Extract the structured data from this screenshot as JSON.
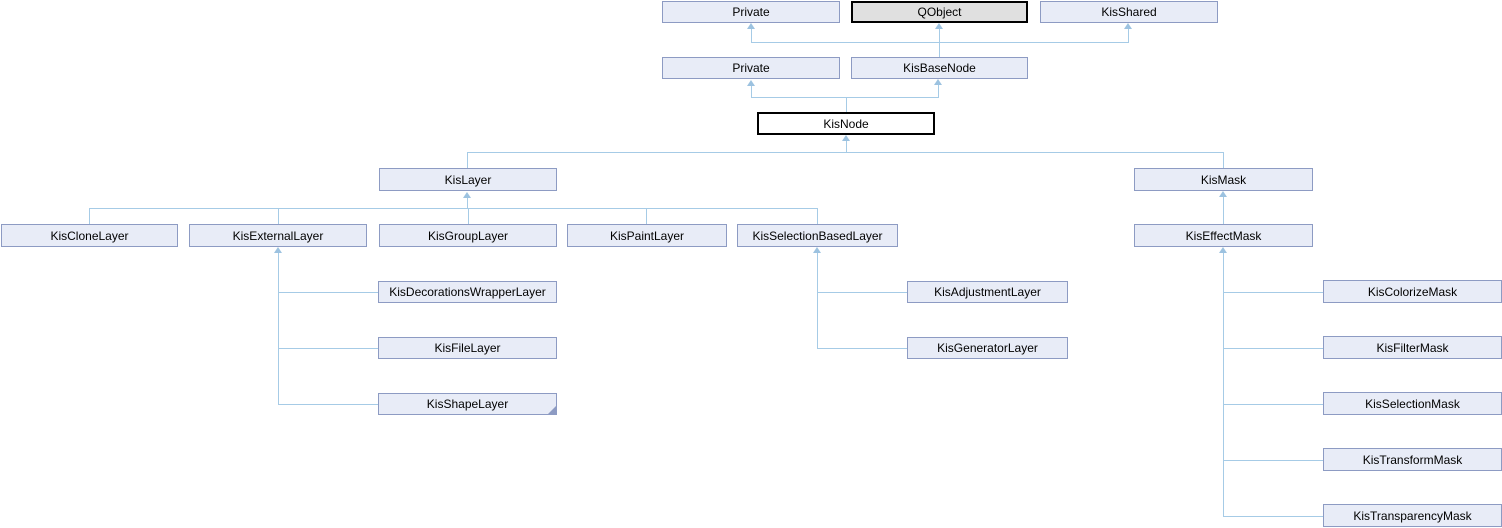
{
  "diagram": {
    "title": "KisNode class inheritance diagram",
    "type": "class-inheritance-graph",
    "colors": {
      "background": "#ffffff",
      "node_fill": "#e8ecf7",
      "node_border": "#8d9bc3",
      "highlight_fill": "#e0e0e0",
      "highlight_border": "#000000",
      "current_fill": "#ffffff",
      "current_border": "#000000",
      "edge": "#a6cbe6",
      "text": "#000000"
    },
    "nodes": [
      {
        "id": "private-1",
        "label": "Private",
        "variant": "default"
      },
      {
        "id": "qobject",
        "label": "QObject",
        "variant": "highlight"
      },
      {
        "id": "kisshared",
        "label": "KisShared",
        "variant": "default"
      },
      {
        "id": "private-2",
        "label": "Private",
        "variant": "default"
      },
      {
        "id": "kisbasenode",
        "label": "KisBaseNode",
        "variant": "default"
      },
      {
        "id": "kisnode",
        "label": "KisNode",
        "variant": "current"
      },
      {
        "id": "kislayer",
        "label": "KisLayer",
        "variant": "default"
      },
      {
        "id": "kismask",
        "label": "KisMask",
        "variant": "default"
      },
      {
        "id": "kisclonelayer",
        "label": "KisCloneLayer",
        "variant": "default"
      },
      {
        "id": "kisexternallayer",
        "label": "KisExternalLayer",
        "variant": "default"
      },
      {
        "id": "kisgrouplayer",
        "label": "KisGroupLayer",
        "variant": "default"
      },
      {
        "id": "kispaintlayer",
        "label": "KisPaintLayer",
        "variant": "default"
      },
      {
        "id": "kisselectionbasedlayer",
        "label": "KisSelectionBasedLayer",
        "variant": "default"
      },
      {
        "id": "kiseffectmask",
        "label": "KisEffectMask",
        "variant": "default"
      },
      {
        "id": "kisdecorationswrapperlayer",
        "label": "KisDecorationsWrapperLayer",
        "variant": "default"
      },
      {
        "id": "kisfilelayer",
        "label": "KisFileLayer",
        "variant": "default"
      },
      {
        "id": "kisshapelayer",
        "label": "KisShapeLayer",
        "variant": "default",
        "has_more_derived": true
      },
      {
        "id": "kisadjustmentlayer",
        "label": "KisAdjustmentLayer",
        "variant": "default"
      },
      {
        "id": "kisgeneratorlayer",
        "label": "KisGeneratorLayer",
        "variant": "default"
      },
      {
        "id": "kiscolorizemask",
        "label": "KisColorizeMask",
        "variant": "default"
      },
      {
        "id": "kisfiltermask",
        "label": "KisFilterMask",
        "variant": "default"
      },
      {
        "id": "kisselectionmask",
        "label": "KisSelectionMask",
        "variant": "default"
      },
      {
        "id": "kistransformmask",
        "label": "KisTransformMask",
        "variant": "default"
      },
      {
        "id": "kistransparencymask",
        "label": "KisTransparencyMask",
        "variant": "default"
      }
    ],
    "edges": [
      {
        "from": "KisBaseNode",
        "to": "Private"
      },
      {
        "from": "KisBaseNode",
        "to": "QObject"
      },
      {
        "from": "KisBaseNode",
        "to": "KisShared"
      },
      {
        "from": "KisNode",
        "to": "Private"
      },
      {
        "from": "KisNode",
        "to": "KisBaseNode"
      },
      {
        "from": "KisLayer",
        "to": "KisNode"
      },
      {
        "from": "KisMask",
        "to": "KisNode"
      },
      {
        "from": "KisCloneLayer",
        "to": "KisLayer"
      },
      {
        "from": "KisExternalLayer",
        "to": "KisLayer"
      },
      {
        "from": "KisGroupLayer",
        "to": "KisLayer"
      },
      {
        "from": "KisPaintLayer",
        "to": "KisLayer"
      },
      {
        "from": "KisSelectionBasedLayer",
        "to": "KisLayer"
      },
      {
        "from": "KisEffectMask",
        "to": "KisMask"
      },
      {
        "from": "KisDecorationsWrapperLayer",
        "to": "KisExternalLayer"
      },
      {
        "from": "KisFileLayer",
        "to": "KisExternalLayer"
      },
      {
        "from": "KisShapeLayer",
        "to": "KisExternalLayer"
      },
      {
        "from": "KisAdjustmentLayer",
        "to": "KisSelectionBasedLayer"
      },
      {
        "from": "KisGeneratorLayer",
        "to": "KisSelectionBasedLayer"
      },
      {
        "from": "KisColorizeMask",
        "to": "KisEffectMask"
      },
      {
        "from": "KisFilterMask",
        "to": "KisEffectMask"
      },
      {
        "from": "KisSelectionMask",
        "to": "KisEffectMask"
      },
      {
        "from": "KisTransformMask",
        "to": "KisEffectMask"
      },
      {
        "from": "KisTransparencyMask",
        "to": "KisEffectMask"
      }
    ]
  }
}
